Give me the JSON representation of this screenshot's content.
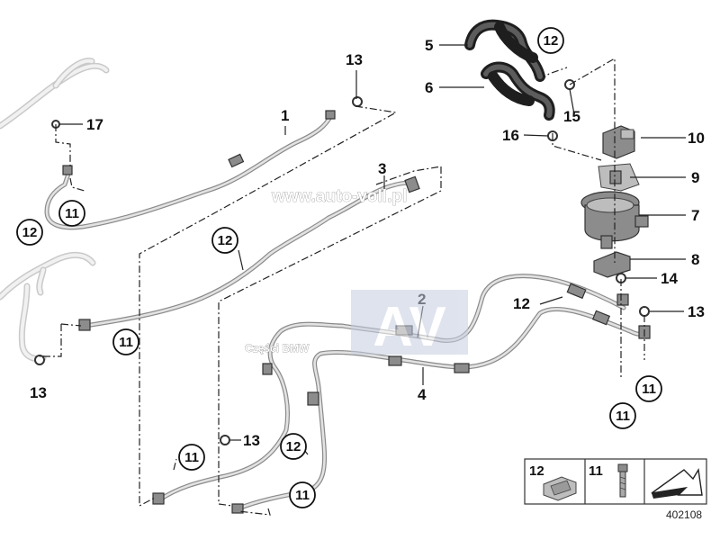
{
  "callouts": {
    "c1": "1",
    "c2": "2",
    "c3": "3",
    "c4": "4",
    "c5": "5",
    "c6": "6",
    "c7": "7",
    "c8": "8",
    "c9": "9",
    "c10": "10",
    "c11": "11",
    "c12": "12",
    "c13": "13",
    "c14": "14",
    "c15": "15",
    "c16": "16",
    "c17": "17"
  },
  "watermark": {
    "url": "www.auto-voll.pl",
    "logo": "AV",
    "caption": "Części BMW"
  },
  "legend": {
    "item_a_number": "12",
    "item_b_number": "11"
  },
  "diagram_number": "402108",
  "colors": {
    "pipe": "#8a8a8a",
    "hose": "#1e1e1e",
    "watermark_box": "#c5cde0"
  }
}
